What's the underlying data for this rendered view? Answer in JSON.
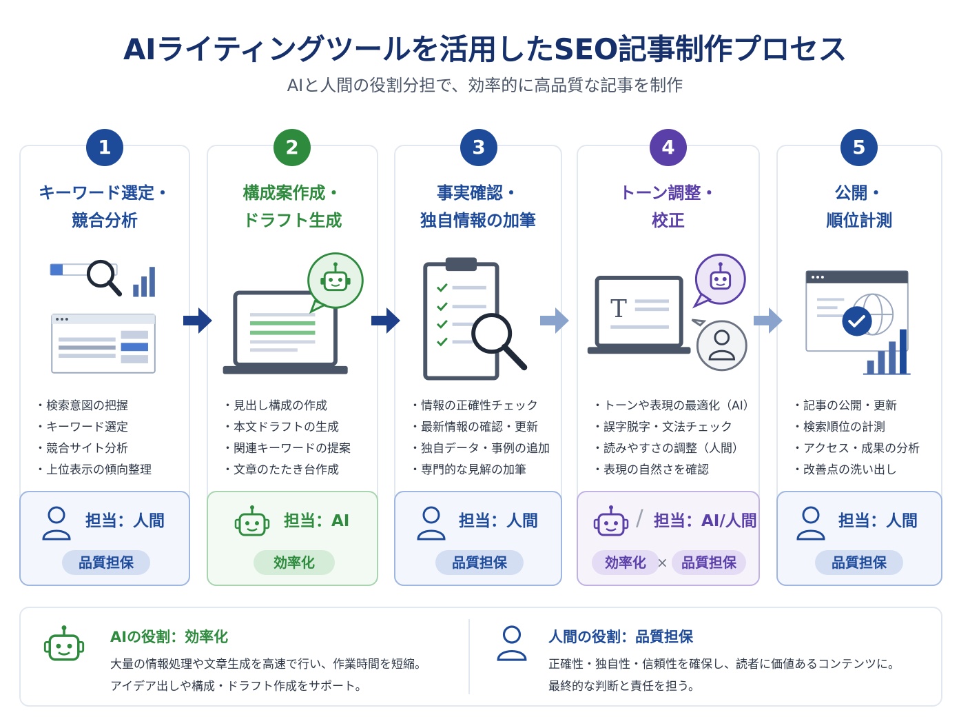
{
  "header": {
    "title": "AIライティングツールを活用したSEO記事制作プロセス",
    "subtitle": "AIと人間の役割分担で、効率的に高品質な記事を制作"
  },
  "colors": {
    "blue": "#1e4a9a",
    "green": "#2e8b3e",
    "purple": "#5b3fa8",
    "arrow_dark": "#1e3f8a",
    "arrow_light": "#8aa3cc"
  },
  "steps": [
    {
      "number": "1",
      "title_line1": "キーワード選定・",
      "title_line2": "競合分析",
      "icon": "keyword-search-icon",
      "bullets": [
        "検索意図の把握",
        "キーワード選定",
        "競合サイト分析",
        "上位表示の傾向整理"
      ],
      "role_label": "担当：人間",
      "pill": "品質担保"
    },
    {
      "number": "2",
      "title_line1": "構成案作成・",
      "title_line2": "ドラフト生成",
      "icon": "laptop-robot-icon",
      "bullets": [
        "見出し構成の作成",
        "本文ドラフトの生成",
        "関連キーワードの提案",
        "文章のたたき台作成"
      ],
      "role_label": "担当：AI",
      "pill": "効率化"
    },
    {
      "number": "3",
      "title_line1": "事実確認・",
      "title_line2": "独自情報の加筆",
      "icon": "clipboard-check-icon",
      "bullets": [
        "情報の正確性チェック",
        "最新情報の確認・更新",
        "独自データ・事例の追加",
        "専門的な見解の加筆"
      ],
      "role_label": "担当：人間",
      "pill": "品質担保"
    },
    {
      "number": "4",
      "title_line1": "トーン調整・",
      "title_line2": "校正",
      "icon": "text-editor-icon",
      "bullets": [
        "トーンや表現の最適化（AI）",
        "誤字脱字・文法チェック",
        "読みやすさの調整（人間）",
        "表現の自然さを確認"
      ],
      "role_label": "担当：AI/人間",
      "pill": "効率化",
      "pill2": "品質担保",
      "times": "×"
    },
    {
      "number": "5",
      "title_line1": "公開・",
      "title_line2": "順位計測",
      "icon": "publish-globe-icon",
      "bullets": [
        "記事の公開・更新",
        "検索順位の計測",
        "アクセス・成果の分析",
        "改善点の洗い出し"
      ],
      "role_label": "担当：人間",
      "pill": "品質担保"
    }
  ],
  "summary": {
    "ai": {
      "heading": "AIの役割：効率化",
      "line1": "大量の情報処理や文章生成を高速で行い、作業時間を短縮。",
      "line2": "アイデア出しや構成・ドラフト作成をサポート。"
    },
    "human": {
      "heading": "人間の役割：品質担保",
      "line1": "正確性・独自性・信頼性を確保し、読者に価値あるコンテンツに。",
      "line2": "最終的な判断と責任を担う。"
    }
  }
}
